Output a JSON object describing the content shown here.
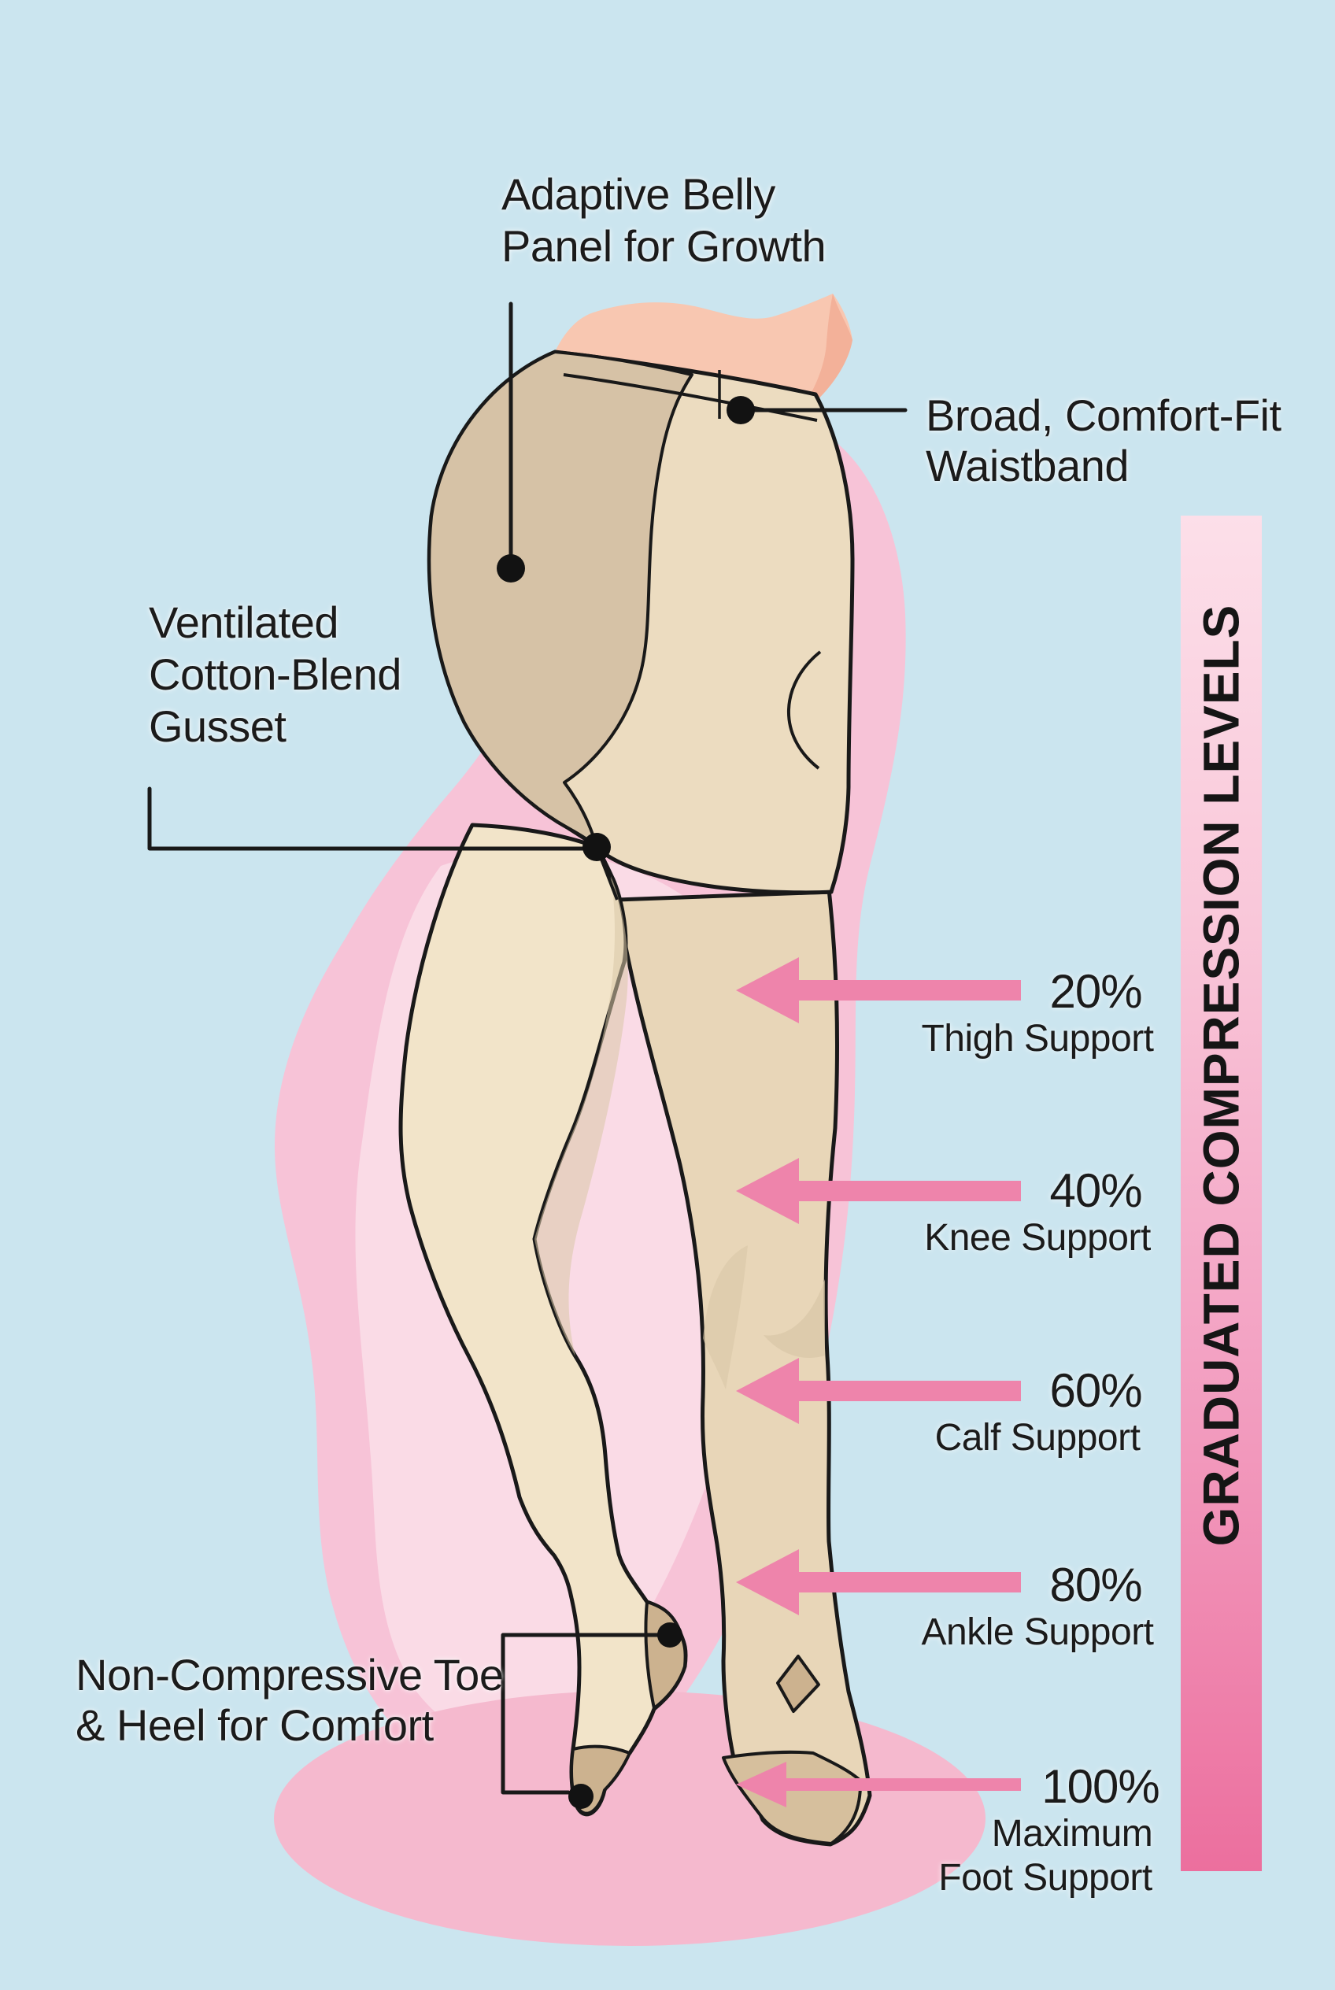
{
  "palette": {
    "background": "#cbe5ef",
    "blob_pink": "#f7c3d7",
    "blob_pink_light": "#fadbe6",
    "floor_ellipse_pink": "#f5b9ce",
    "arrow_pink": "#ee84ab",
    "bar_gradient_top": "#fcdfe9",
    "bar_gradient_bottom": "#ec6f9e",
    "skin_peach": "#f8c7b1",
    "tights_beige": "#ecdcc0",
    "belly_panel_tan": "#d6c2a6",
    "outline_black": "#191919",
    "text_black": "#1b1b1b"
  },
  "labels": {
    "belly": {
      "lines": [
        "Adaptive Belly",
        "Panel for Growth"
      ]
    },
    "waistband": {
      "lines": [
        "Broad, Comfort-Fit",
        "Waistband"
      ]
    },
    "gusset": {
      "lines": [
        "Ventilated",
        "Cotton-Blend",
        "Gusset"
      ]
    },
    "toe_heel": {
      "lines": [
        "Non-Compressive Toe",
        "& Heel for Comfort"
      ]
    }
  },
  "compression": {
    "banner": "GRADUATED COMPRESSION LEVELS",
    "levels": [
      {
        "percent": "20%",
        "zone": "Thigh Support"
      },
      {
        "percent": "40%",
        "zone": "Knee Support"
      },
      {
        "percent": "60%",
        "zone": "Calf Support"
      },
      {
        "percent": "80%",
        "zone": "Ankle Support"
      },
      {
        "percent": "100%",
        "zone": "Maximum",
        "zone2": "Foot Support"
      }
    ]
  }
}
